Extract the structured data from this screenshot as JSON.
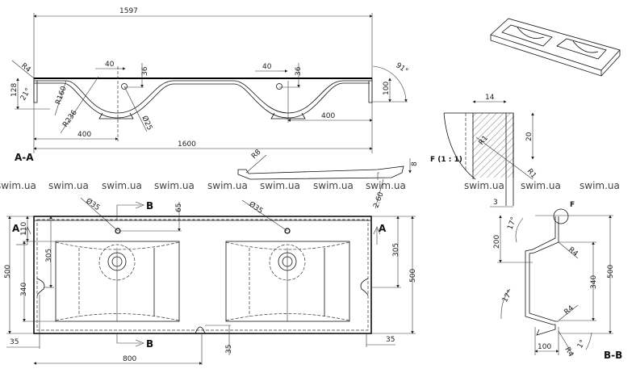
{
  "section_aa": {
    "label": "A-A",
    "dims": {
      "overall_top": "1597",
      "overall_bottom": "1600",
      "left_400": "400",
      "right_400": "400",
      "r4": "R4",
      "h128": "128",
      "angle21": "21°",
      "r160": "R160",
      "r236": "R236",
      "left_40": "40",
      "right_40": "40",
      "left_36": "36",
      "right_36": "36",
      "dia25": "Ø25",
      "h100": "100",
      "angle91": "91°"
    }
  },
  "profile": {
    "r8": "R8",
    "h8": "8",
    "slope": "2.60"
  },
  "detail_f": {
    "label": "F (1 : 1)",
    "w14": "14",
    "h20": "20",
    "r1a": "R1",
    "r1b": "R1",
    "w3": "3"
  },
  "top_view": {
    "dims": {
      "dia35_left": "Ø35",
      "dia35_right": "Ø35",
      "d65": "65",
      "h500_left": "500",
      "h110": "110",
      "h305_left": "305",
      "h340": "340",
      "h305_right": "305",
      "h500_right": "500",
      "w35_left": "35",
      "w35_right": "35",
      "w35_bottom": "35",
      "w800": "800"
    },
    "section_a_left": "A",
    "section_a_right": "A",
    "section_b_top": "B",
    "section_b_bottom": "B"
  },
  "section_bb": {
    "label": "B-B",
    "detail_marker": "F",
    "dims": {
      "h200": "200",
      "h340": "340",
      "h500": "500",
      "w100": "100",
      "r4_top": "R4",
      "r4_mid": "R4",
      "r4_bottom": "R4",
      "angle17_top": "17°",
      "angle17_bottom": "17°",
      "angle1": "1°"
    }
  },
  "watermark": [
    "swim.ua",
    "swim.ua",
    "swim.ua",
    "swim.ua",
    "swim.ua",
    "swim.ua",
    "swim.ua",
    "swim.ua",
    "swim.ua",
    "swim.ua",
    "swim.ua"
  ]
}
